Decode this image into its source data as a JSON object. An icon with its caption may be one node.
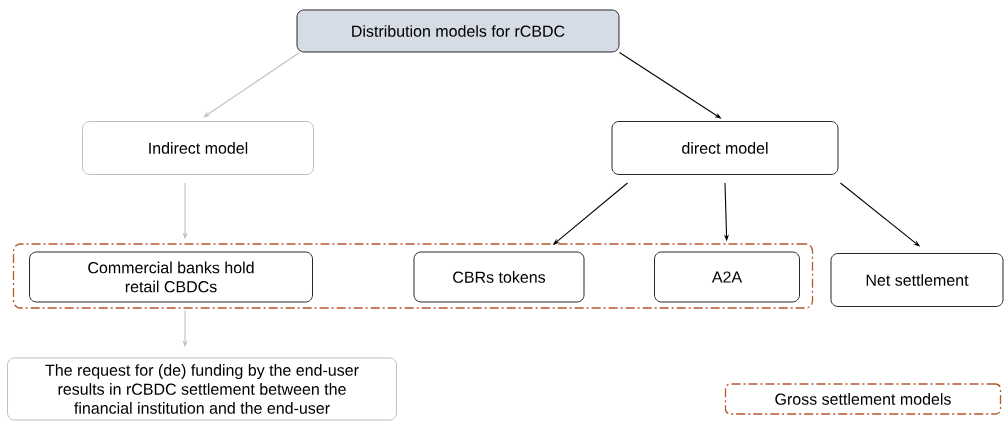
{
  "diagram": {
    "nodes": [
      {
        "text": [
          "Distribution models for rCBDC"
        ]
      },
      {
        "text": [
          "Indirect model"
        ]
      },
      {
        "text": [
          "direct model"
        ]
      },
      {
        "text": [],
        "shape": "box"
      },
      {
        "text": [
          "Commercial banks hold retail CBDCs"
        ],
        "in": 3
      },
      {
        "text": [
          "CBRs tokens"
        ],
        "in": 3
      },
      {
        "text": [
          "A2A"
        ],
        "in": 3
      },
      {
        "text": [
          "Net settlement"
        ]
      },
      {
        "text": [
          "The request for (de) funding by the end-user results in rCBDC settlement between the financial institution and the end-user"
        ]
      }
    ],
    "edges": [
      {
        "from": 0,
        "to": 1,
        "arrow": "to",
        "color": "#bfbfbf"
      },
      {
        "from": 0,
        "to": 2,
        "arrow": "to"
      },
      {
        "from": 1,
        "to": 4,
        "arrow": "to",
        "color": "#bfbfbf"
      },
      {
        "from": 2,
        "to": 5,
        "arrow": "to"
      },
      {
        "from": 2,
        "to": 6,
        "arrow": "to"
      },
      {
        "from": 2,
        "to": 7,
        "arrow": "to"
      },
      {
        "from": 4,
        "to": 8,
        "arrow": "to",
        "color": "#bfbfbf"
      }
    ],
    "legend": [
      {
        "text": "Gross settlement models"
      }
    ]
  }
}
